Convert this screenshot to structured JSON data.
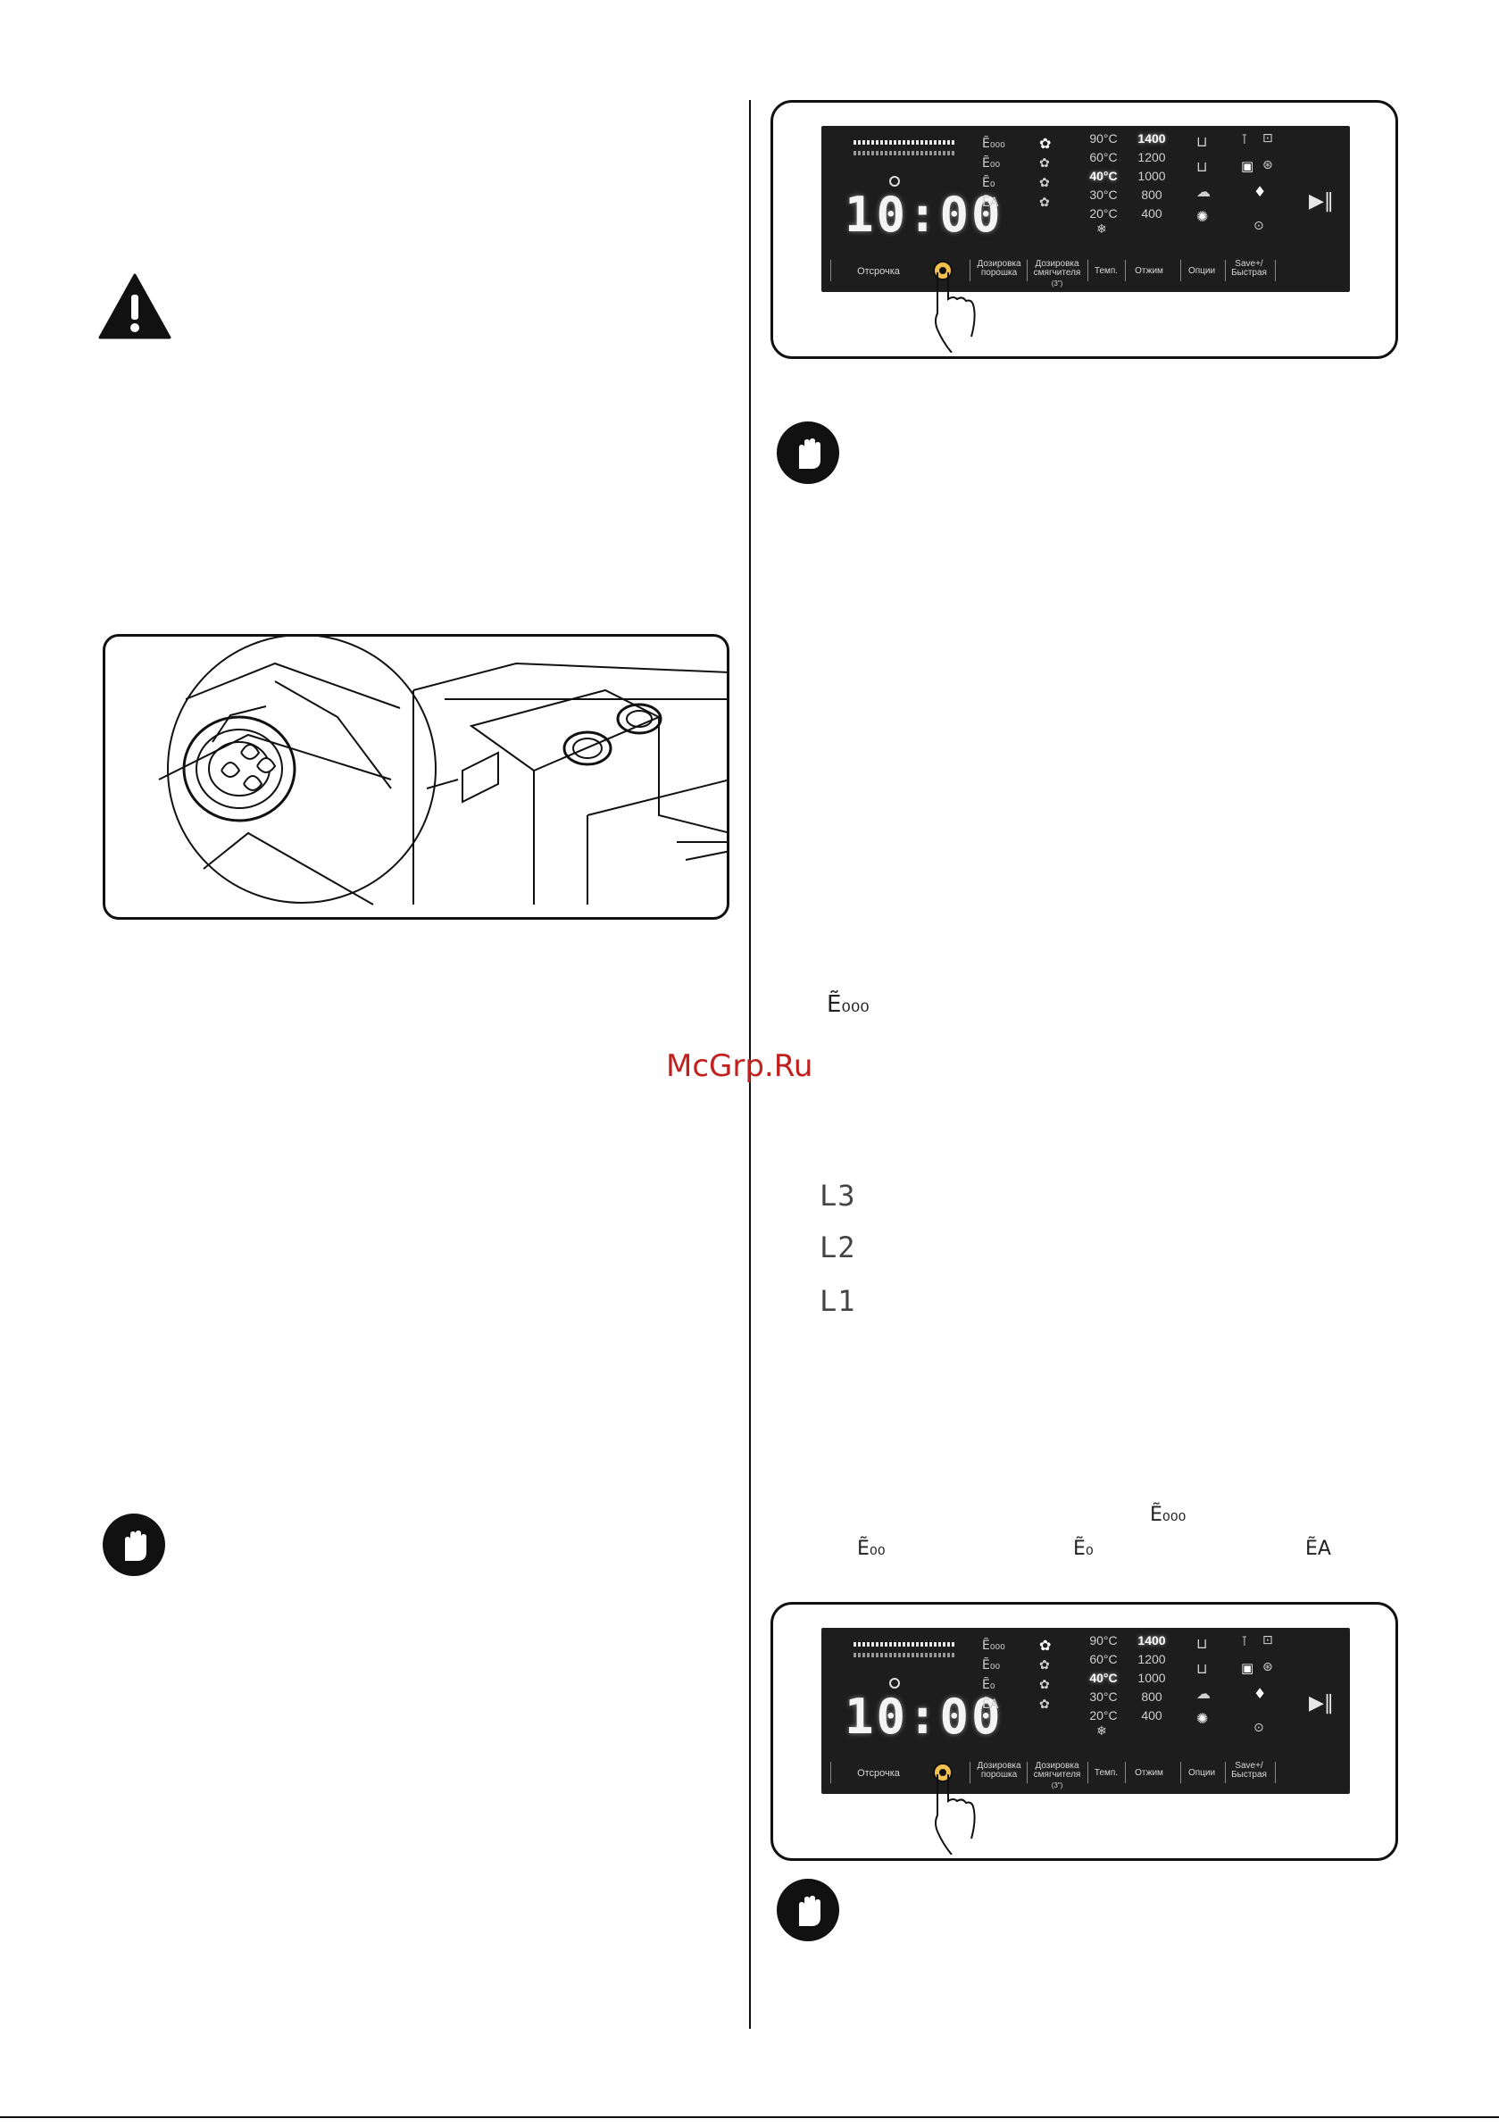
{
  "watermark": "McGrp.Ru",
  "panel": {
    "time": "10:00",
    "delay_label": "Отсрочка",
    "detergent_label": "Дозировка порошка",
    "softener_label": "Дозировка смягчителя",
    "hold_hint": "(3\")",
    "temp_label": "Темп.",
    "spin_label": "Отжим",
    "options_label": "Опции",
    "save_label": "Save+/ Быстрая",
    "temperatures": [
      "90°C",
      "60°C",
      "40°C",
      "30°C",
      "20°C"
    ],
    "temperature_selected": "40°C",
    "spins": [
      "1400",
      "1200",
      "1000",
      "800",
      "400"
    ],
    "spin_selected": "1400"
  },
  "dose_symbols": {
    "high": "Ẽ₀₀₀",
    "high_b": "Ẽ₀₀₀",
    "medium": "Ẽ₀₀",
    "low": "Ẽ₀",
    "auto": "ẼA"
  },
  "levels": [
    "L3",
    "L2",
    "L1"
  ],
  "icons": {
    "warning": "warning-triangle-icon",
    "stop": "stop-hand-icon",
    "finger": "pointing-finger-icon",
    "play_pause": "play-pause-icon"
  },
  "colors": {
    "panel_bg": "#1d1d1d",
    "watermark": "#c0201e"
  }
}
